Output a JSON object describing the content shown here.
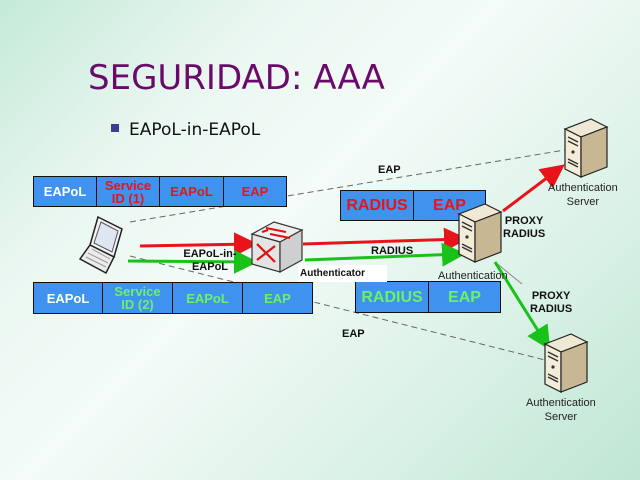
{
  "slide": {
    "title": "SEGURIDAD: AAA",
    "bullet": "EAPoL-in-EAPoL"
  },
  "frames": {
    "top": {
      "cells": [
        {
          "line1": "EAPoL",
          "line2": "",
          "color": "white"
        },
        {
          "line1": "Service",
          "line2": "ID (1)",
          "color": "red"
        },
        {
          "line1": "EAPoL",
          "line2": "",
          "color": "red"
        },
        {
          "line1": "EAP",
          "line2": "",
          "color": "red"
        }
      ]
    },
    "bottom": {
      "cells": [
        {
          "line1": "EAPoL",
          "line2": "",
          "color": "white"
        },
        {
          "line1": "Service",
          "line2": "ID (2)",
          "color": "green"
        },
        {
          "line1": "EAPoL",
          "line2": "",
          "color": "green"
        },
        {
          "line1": "EAP",
          "line2": "",
          "color": "green"
        }
      ]
    },
    "radius_top": {
      "cells": [
        "RADIUS",
        "EAP"
      ],
      "color": "red"
    },
    "radius_bottom": {
      "cells": [
        "RADIUS",
        "EAP"
      ],
      "color": "green"
    }
  },
  "labels": {
    "eap_top": "EAP",
    "eap_bottom": "EAP",
    "eapol_in_eapol_1": "EAPoL-in-",
    "eapol_in_eapol_2": "EAPoL",
    "radius_link": "RADIUS",
    "authenticator": "Authenticator",
    "proxy_top_1": "PROXY",
    "proxy_top_2": "RADIUS",
    "proxy_bottom_1": "PROXY",
    "proxy_bottom_2": "RADIUS",
    "proxy_server": "Authentication",
    "auth_server_top_1": "Authentication",
    "auth_server_top_2": "Server",
    "auth_server_bottom_1": "Authentication",
    "auth_server_bottom_2": "Server"
  },
  "colors": {
    "title": "#6b0a6b",
    "frame_fill": "#3f93ee",
    "red_flow": "#e8141a",
    "green_flow": "#19c219"
  }
}
